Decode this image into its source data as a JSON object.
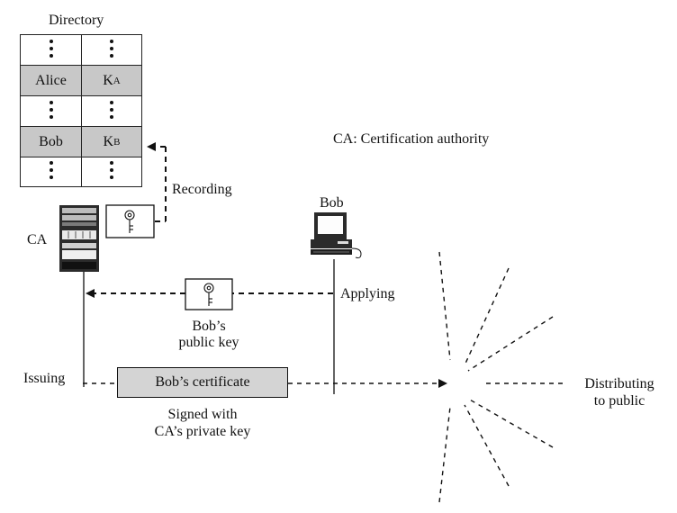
{
  "directory": {
    "title": "Directory",
    "rows": [
      {
        "name": "",
        "key": "",
        "kind": "dots",
        "shaded": false
      },
      {
        "name": "Alice",
        "key": "K",
        "key_sub": "A",
        "kind": "entry",
        "shaded": true
      },
      {
        "name": "",
        "key": "",
        "kind": "dots",
        "shaded": false
      },
      {
        "name": "Bob",
        "key": "K",
        "key_sub": "B",
        "kind": "entry",
        "shaded": true
      },
      {
        "name": "",
        "key": "",
        "kind": "dots",
        "shaded": false
      }
    ]
  },
  "labels": {
    "ca_legend": "CA: Certification authority",
    "recording": "Recording",
    "ca": "CA",
    "bob": "Bob",
    "applying": "Applying",
    "bobs_public_key_line1": "Bob’s",
    "bobs_public_key_line2": "public key",
    "issuing": "Issuing",
    "certificate": "Bob’s certificate",
    "signed_line1": "Signed with",
    "signed_line2": "CA’s private key",
    "distributing_line1": "Distributing",
    "distributing_line2": "to public"
  },
  "icons": [
    "key-icon",
    "server-icon",
    "computer-icon"
  ]
}
